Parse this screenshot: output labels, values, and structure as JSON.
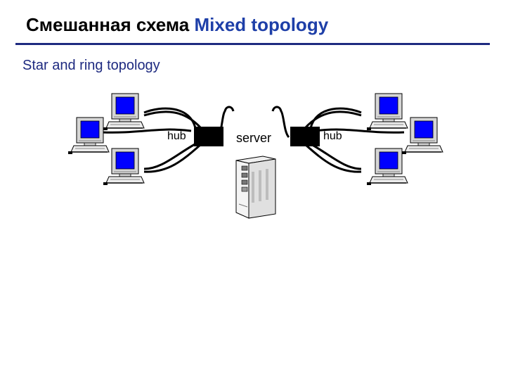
{
  "slide": {
    "title_ru": "Смешанная схема",
    "title_en": "Mixed topology",
    "subtitle": "Star and ring topology"
  },
  "diagram": {
    "labels": {
      "hub_left": "hub",
      "server": "server",
      "hub_right": "hub"
    },
    "nodes": [
      "computer",
      "computer",
      "computer",
      "hub",
      "server",
      "hub",
      "computer",
      "computer",
      "computer"
    ],
    "colors": {
      "title_en": "#1e3fa8",
      "rule": "#1e2a80",
      "screen": "#0000ff",
      "hub": "#000000"
    }
  }
}
